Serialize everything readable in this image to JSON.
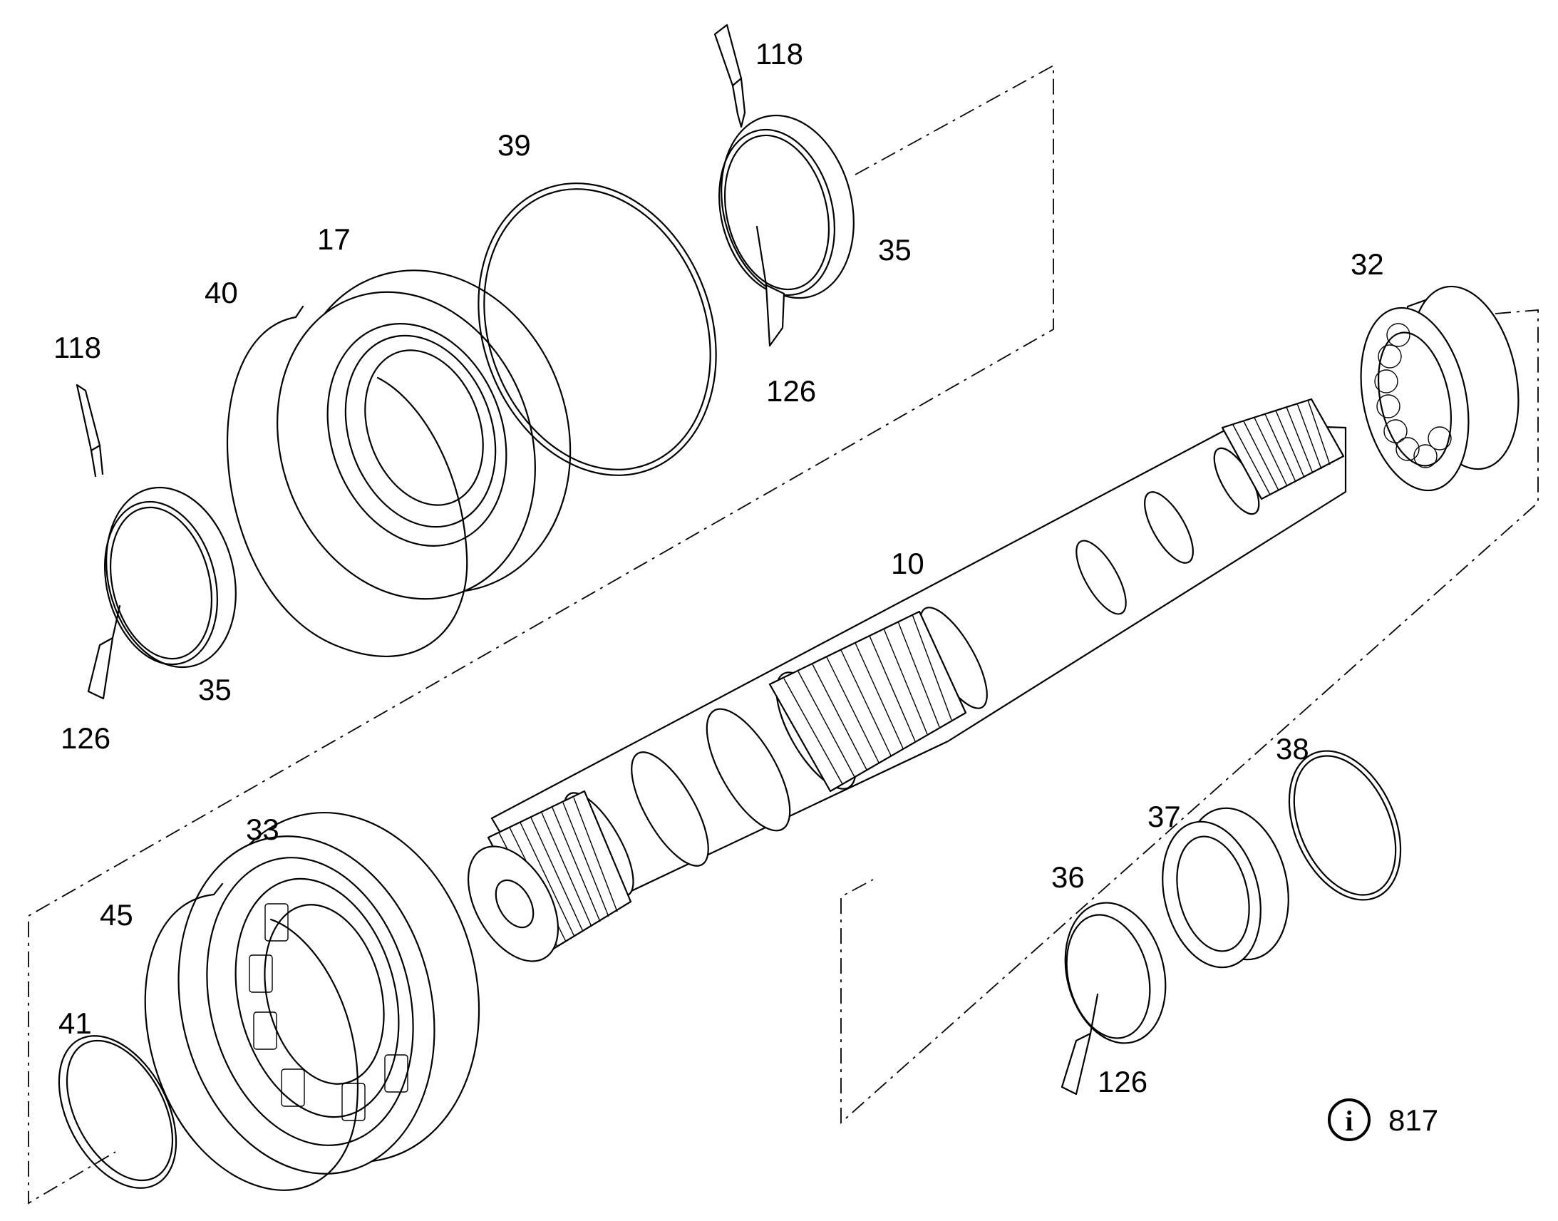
{
  "diagram": {
    "callouts": {
      "p10": "10",
      "p17": "17",
      "p32": "32",
      "p33": "33",
      "p35_left": "35",
      "p35_top": "35",
      "p36": "36",
      "p37": "37",
      "p38": "38",
      "p39": "39",
      "p40": "40",
      "p41": "41",
      "p45": "45",
      "p118_left": "118",
      "p118_top": "118",
      "p126_left": "126",
      "p126_top": "126",
      "p126_right": "126"
    },
    "info": {
      "icon": "info-icon",
      "icon_glyph": "i",
      "reference": "817"
    }
  }
}
